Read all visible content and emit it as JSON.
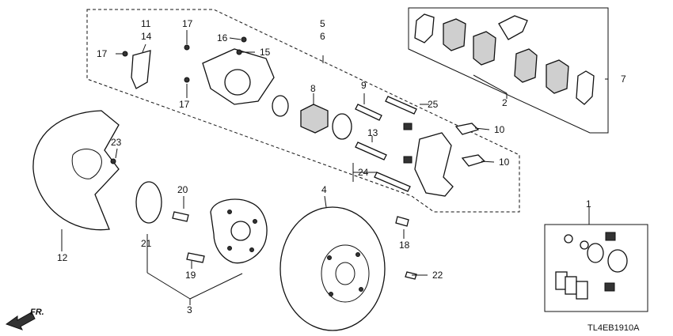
{
  "diagram": {
    "code": "TL4EB1910A",
    "direction_label": "FR."
  },
  "callouts": {
    "c1": "1",
    "c2": "2",
    "c3": "3",
    "c4": "4",
    "c5": "5",
    "c6": "6",
    "c7": "7",
    "c8": "8",
    "c9": "9",
    "c10a": "10",
    "c10b": "10",
    "c11": "11",
    "c12": "12",
    "c13": "13",
    "c14": "14",
    "c15": "15",
    "c16": "16",
    "c17a": "17",
    "c17b": "17",
    "c17c": "17",
    "c18": "18",
    "c19": "19",
    "c20": "20",
    "c21": "21",
    "c22": "22",
    "c23": "23",
    "c24": "24",
    "c25": "25"
  }
}
